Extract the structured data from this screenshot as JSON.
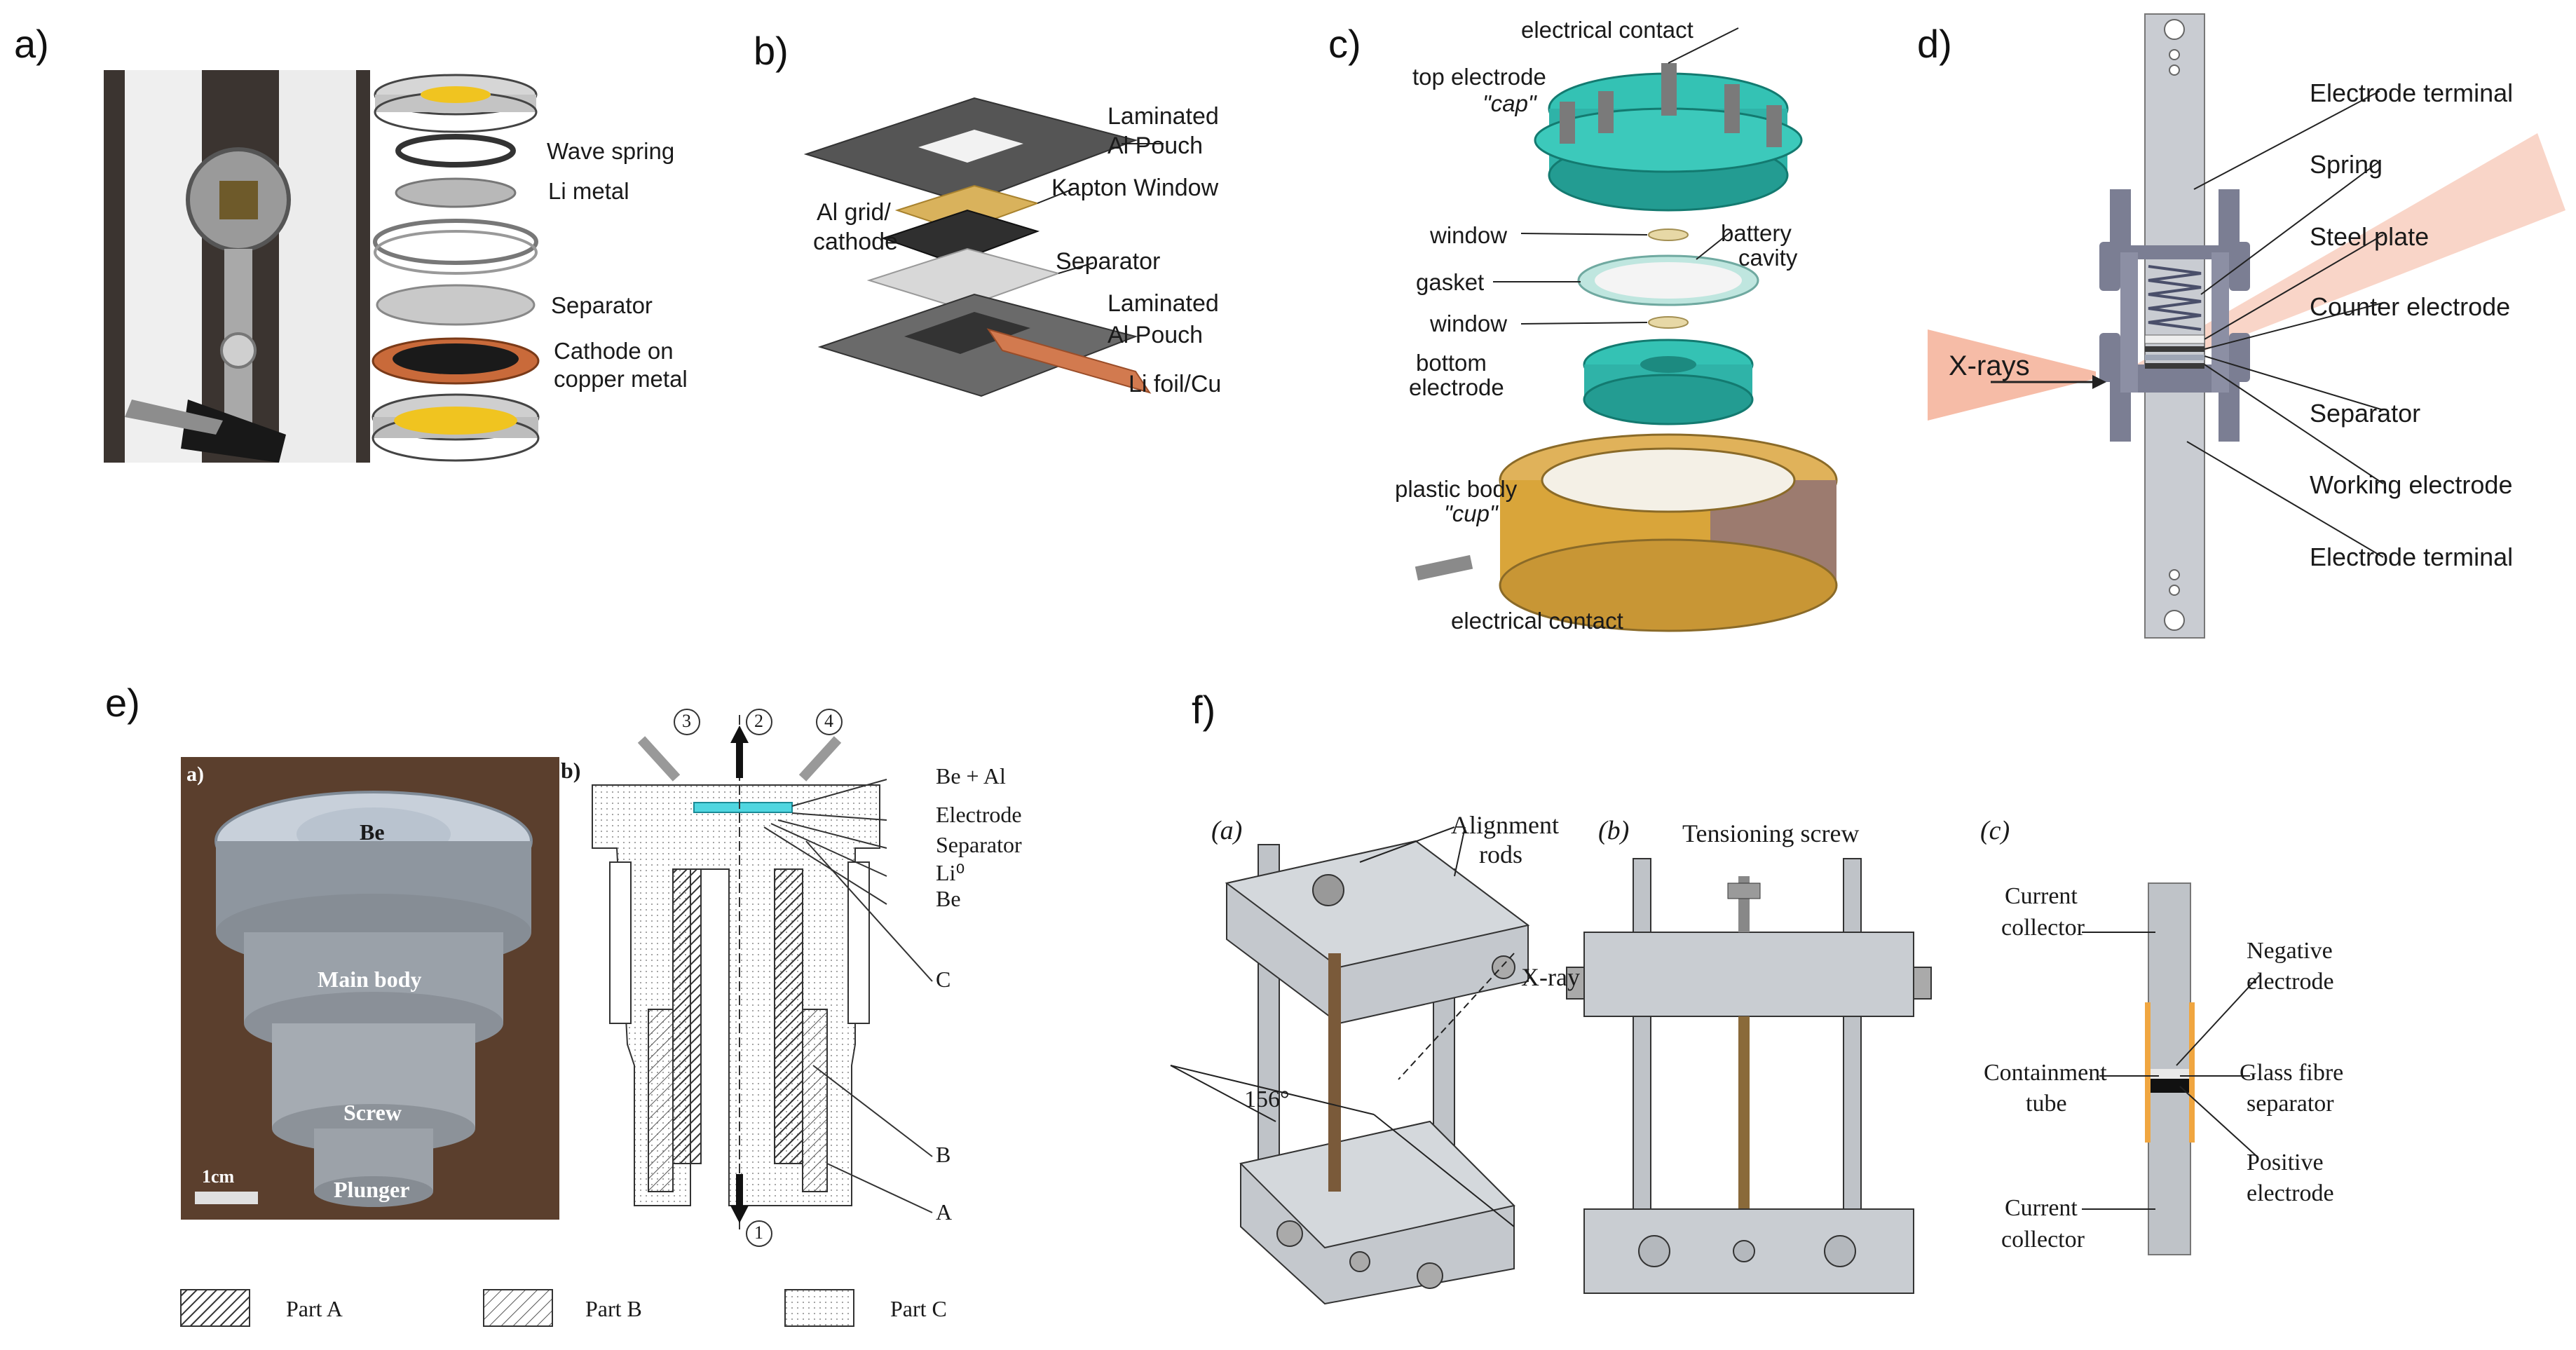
{
  "panels": {
    "a": {
      "label": "a)",
      "wave_spring": "Wave  spring",
      "li_metal": "Li metal",
      "separator": "Separator",
      "cathode_l1": "Cathode on",
      "cathode_l2": "copper metal"
    },
    "b": {
      "label": "b)",
      "laminated_top_l1": "Laminated",
      "laminated_top_l2": "Al Pouch",
      "kapton": "Kapton Window",
      "al_grid_l1": "Al grid/",
      "al_grid_l2": "cathode",
      "separator": "Separator",
      "laminated_bot_l1": "Laminated",
      "laminated_bot_l2": "Al Pouch",
      "li_foil": "Li foil/Cu"
    },
    "c": {
      "label": "c)",
      "electrical_contact_top": "electrical contact",
      "top_electrode_l1": "top electrode",
      "top_electrode_l2": "\"cap\"",
      "window1": "window",
      "battery_l1": "battery",
      "battery_l2": "cavity",
      "gasket": "gasket",
      "window2": "window",
      "bottom_l1": "bottom",
      "bottom_l2": "electrode",
      "plastic_l1": "plastic body",
      "plastic_l2": "\"cup\"",
      "electrical_contact_bottom": "electrical contact"
    },
    "d": {
      "label": "d)",
      "electrode_terminal_top": "Electrode terminal",
      "spring": "Spring",
      "steel_plate": "Steel plate",
      "counter_electrode": "Counter electrode",
      "separator": "Separator",
      "working_electrode": "Working electrode",
      "electrode_terminal_bottom": "Electrode terminal",
      "xrays": "X-rays"
    },
    "e": {
      "label": "e)",
      "sub_a": "a)",
      "sub_b": "b)",
      "be_photo": "Be",
      "main_body": "Main body",
      "screw": "Screw",
      "plunger": "Plunger",
      "scale": "1cm",
      "be_al": "Be + Al",
      "electrode": "Electrode",
      "separator": "Separator",
      "li0": "Li⁰",
      "be": "Be",
      "c": "C",
      "b": "B",
      "a": "A",
      "n1": "1",
      "n2": "2",
      "n3": "3",
      "n4": "4",
      "part_a": "Part A",
      "part_b": "Part B",
      "part_c": "Part C"
    },
    "f": {
      "label": "f)",
      "sub_a": "(a)",
      "sub_b": "(b)",
      "sub_c": "(c)",
      "alignment_l1": "Alignment",
      "alignment_l2": "rods",
      "xray": "X-ray",
      "angle": "156°",
      "tensioning": "Tensioning screw",
      "current_top_l1": "Current",
      "current_top_l2": "collector",
      "negative_l1": "Negative",
      "negative_l2": "electrode",
      "containment_l1": "Containment",
      "containment_l2": "tube",
      "glass_l1": "Glass fibre",
      "glass_l2": "separator",
      "positive_l1": "Positive",
      "positive_l2": "electrode",
      "current_bot_l1": "Current",
      "current_bot_l2": "collector"
    }
  },
  "colors": {
    "teal": "#2fb3a8",
    "gold": "#d9a53a",
    "copper": "#c96a3a",
    "xray": "#f3a58a",
    "steel": "#b9bfc7",
    "photo_dark": "#3a2a20"
  }
}
